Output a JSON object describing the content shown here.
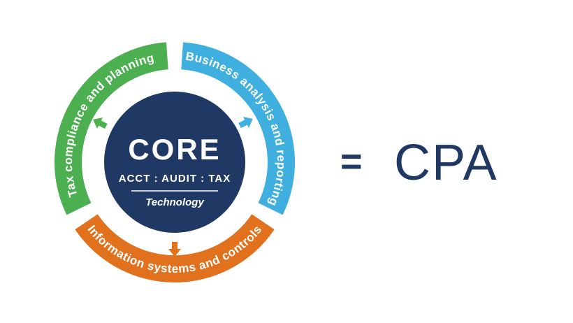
{
  "diagram": {
    "segments": [
      {
        "id": "tax",
        "label": "Tax compliance and planning",
        "color": "#4caf50"
      },
      {
        "id": "business",
        "label": "Business analysis and reporting",
        "color": "#3fafe0"
      },
      {
        "id": "infosys",
        "label": "Information systems and controls",
        "color": "#e2711d"
      }
    ],
    "center": {
      "title": "CORE",
      "subtitle": "ACCT : AUDIT : TAX",
      "tagline": "Technology",
      "bg_color": "#1f3864",
      "text_color": "#ffffff"
    }
  },
  "equation": {
    "equals_sign": "=",
    "result": "CPA",
    "color": "#1f3864"
  }
}
